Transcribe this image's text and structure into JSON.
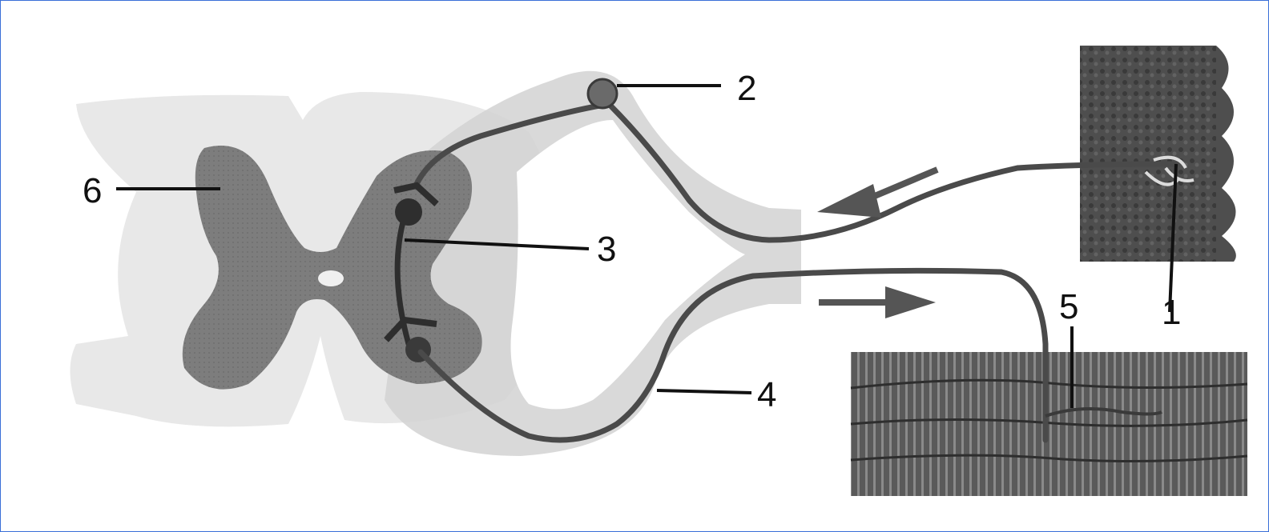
{
  "labels": {
    "l1": "1",
    "l2": "2",
    "l3": "3",
    "l4": "4",
    "l5": "5",
    "l6": "6"
  },
  "colors": {
    "frame_border": "#3a6fd8",
    "white_matter": "#e8e8e8",
    "grey_matter": "#7d7d7d",
    "ganglion_glow": "#d0d0d0",
    "nerve_fiber": "#4a4a4a",
    "skin": "#4e4e4e",
    "muscle": "#5a5a5a",
    "label_text": "#111111"
  }
}
